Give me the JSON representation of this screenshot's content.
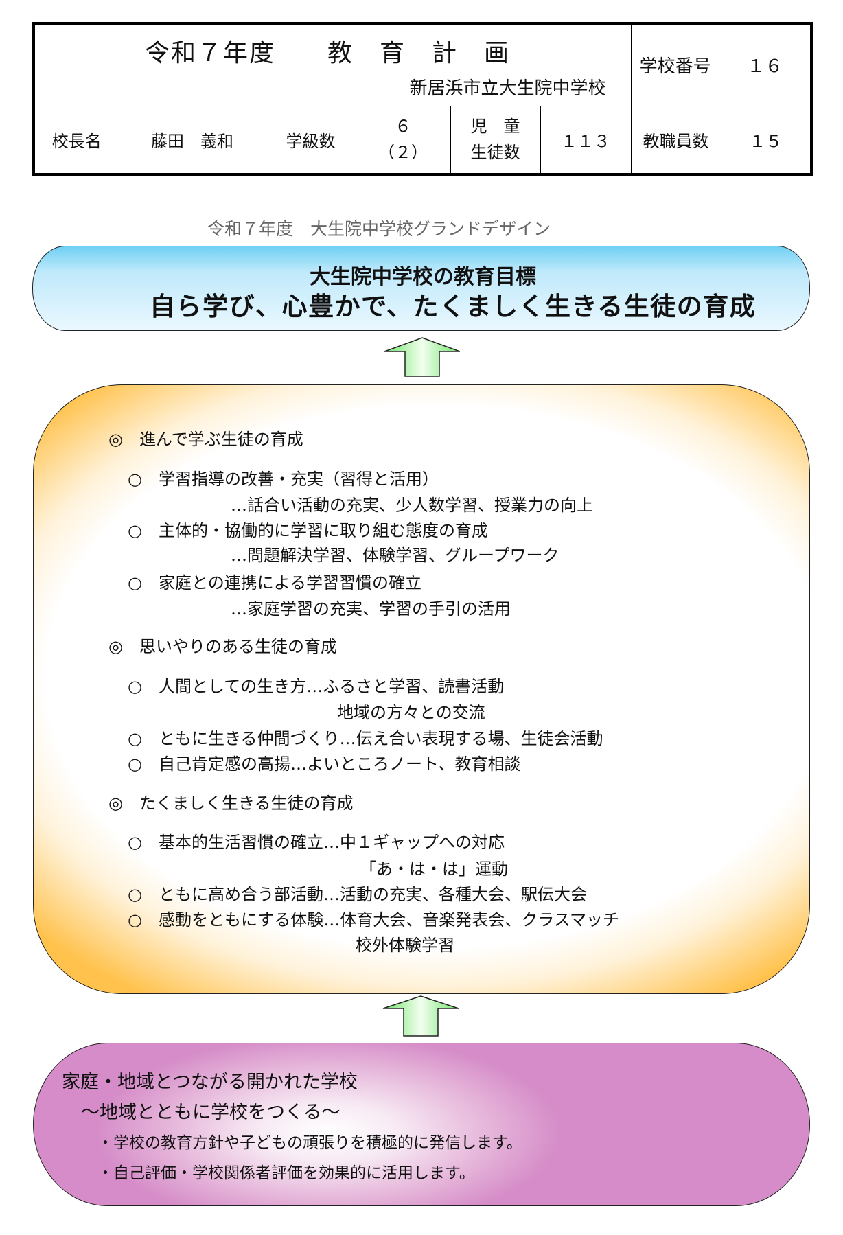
{
  "header": {
    "title": "令和７年度　　教　育　計　画",
    "school_name": "新居浜市立大生院中学校",
    "school_number_label": "学校番号",
    "school_number": "１６",
    "principal_label": "校長名",
    "principal_name": "藤田　義和",
    "class_count_label": "学級数",
    "class_count": "６",
    "class_count_sub": "（２）",
    "student_count_label_1": "児　童",
    "student_count_label_2": "生徒数",
    "student_count": "１１３",
    "staff_count_label": "教職員数",
    "staff_count": "１５"
  },
  "subtitle": "令和７年度　大生院中学校グランドデザイン",
  "goal": {
    "heading": "大生院中学校の教育目標",
    "text": "自ら学び、心豊かで、たくましく生きる生徒の育成"
  },
  "sections": [
    {
      "heading": "進んで学ぶ生徒の育成",
      "items": [
        {
          "text": "学習指導の改善・充実（習得と活用）",
          "sub": "…話合い活動の充実、少人数学習、授業力の向上"
        },
        {
          "text": "主体的・協働的に学習に取り組む態度の育成",
          "sub": "…問題解決学習、体験学習、グループワーク"
        },
        {
          "text": "家庭との連携による学習習慣の確立",
          "sub": "…家庭学習の充実、学習の手引の活用"
        }
      ]
    },
    {
      "heading": "思いやりのある生徒の育成",
      "items": [
        {
          "text": "人間としての生き方…ふるさと学習、読書活動",
          "sub": "地域の方々との交流"
        },
        {
          "text": "ともに生きる仲間づくり…伝え合い表現する場、生徒会活動"
        },
        {
          "text": "自己肯定感の高揚…よいところノート、教育相談"
        }
      ]
    },
    {
      "heading": "たくましく生きる生徒の育成",
      "items": [
        {
          "text": "基本的生活習慣の確立…中１ギャップへの対応",
          "sub": "「あ・は・は」運動"
        },
        {
          "text": "ともに高め合う部活動…活動の充実、各種大会、駅伝大会"
        },
        {
          "text": "感動をともにする体験…体育大会、音楽発表会、クラスマッチ",
          "sub": "校外体験学習"
        }
      ]
    }
  ],
  "markers": {
    "section": "◎",
    "item": "○"
  },
  "community": {
    "heading": "家庭・地域とつながる開かれた学校",
    "slogan": "～地域とともに学校をつくる～",
    "bullets": [
      "・学校の教育方針や子どもの頑張りを積極的に発信します。",
      "・自己評価・学校関係者評価を効果的に活用します。"
    ]
  },
  "colors": {
    "goal_box": "#6fd0f4",
    "plan_box": "#ffc24d",
    "community_box": "#d58cc8",
    "arrow": "#7fef6f"
  }
}
